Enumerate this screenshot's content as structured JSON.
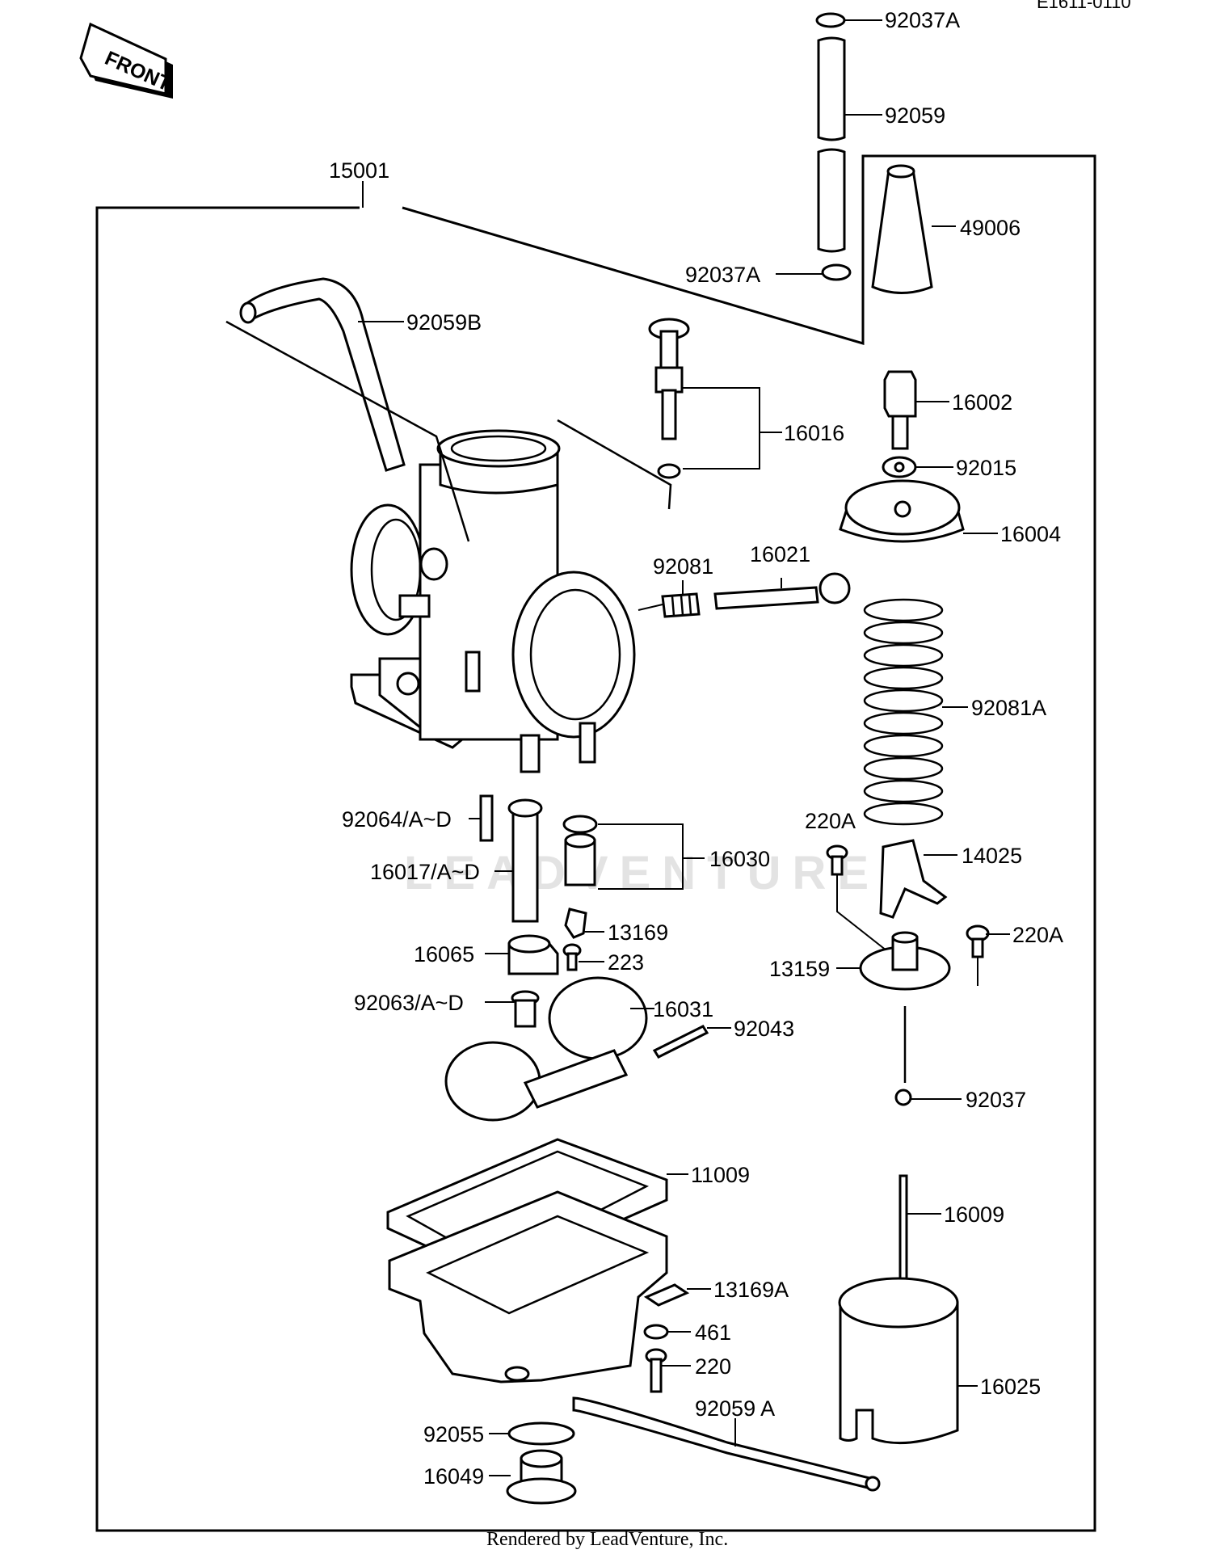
{
  "diagram_code": "E1611-0110",
  "front_label": "FRONT",
  "footer": "Rendered by LeadVenture, Inc.",
  "watermark": "LEADVENTURE",
  "assembly_label": "15001",
  "callouts": {
    "c92037A_top": "92037A",
    "c92059": "92059",
    "c49006": "49006",
    "c92037A_bottom": "92037A",
    "c92059B": "92059B",
    "c16016": "16016",
    "c16002": "16002",
    "c92015": "92015",
    "c16004": "16004",
    "c92081": "92081",
    "c16021": "16021",
    "c92081A": "92081A",
    "c92064": "92064/A~D",
    "c16030": "16030",
    "c16017": "16017/A~D",
    "c220A_left": "220A",
    "c14025": "14025",
    "c13169": "13169",
    "c16065": "16065",
    "c223": "223",
    "c220A_right": "220A",
    "c13159": "13159",
    "c92063": "92063/A~D",
    "c16031": "16031",
    "c92043": "92043",
    "c92037": "92037",
    "c11009": "11009",
    "c16009": "16009",
    "c13169A": "13169A",
    "c461": "461",
    "c220": "220",
    "c16025": "16025",
    "c92059A": "92059 A",
    "c92055": "92055",
    "c16049": "16049"
  }
}
